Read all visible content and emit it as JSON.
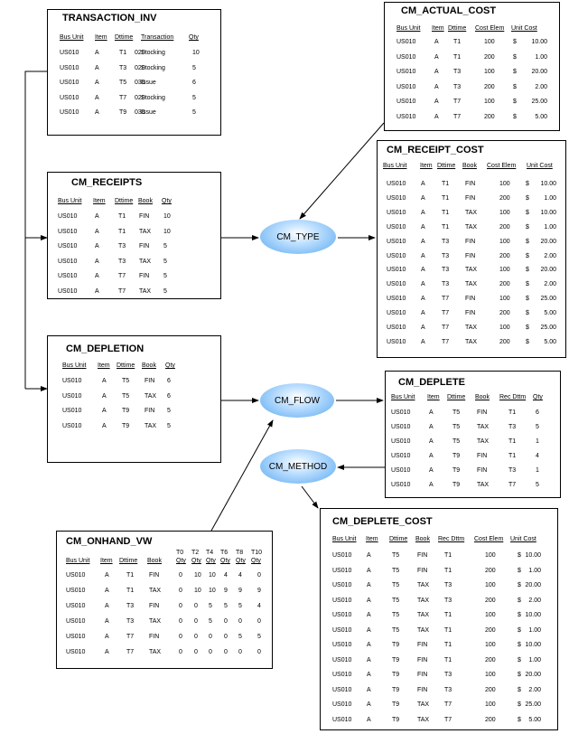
{
  "transaction_inv": {
    "title": "TRANSACTION_INV",
    "headers": [
      "Bus Unit",
      "Item",
      "Dttime",
      "Transaction",
      "Qty"
    ],
    "rows": [
      [
        "US010",
        "A",
        "T1",
        "020",
        "Stocking",
        "10"
      ],
      [
        "US010",
        "A",
        "T3",
        "020",
        "Stocking",
        "5"
      ],
      [
        "US010",
        "A",
        "T5",
        "030",
        "Issue",
        "6"
      ],
      [
        "US010",
        "A",
        "T7",
        "020",
        "Stocking",
        "5"
      ],
      [
        "US010",
        "A",
        "T9",
        "030",
        "Issue",
        "5"
      ]
    ]
  },
  "cm_receipts": {
    "title": "CM_RECEIPTS",
    "headers": [
      "Bus Unit",
      "Item",
      "Dttime",
      "Book",
      "Qty"
    ],
    "rows": [
      [
        "US010",
        "A",
        "T1",
        "FIN",
        "10"
      ],
      [
        "US010",
        "A",
        "T1",
        "TAX",
        "10"
      ],
      [
        "US010",
        "A",
        "T3",
        "FIN",
        "5"
      ],
      [
        "US010",
        "A",
        "T3",
        "TAX",
        "5"
      ],
      [
        "US010",
        "A",
        "T7",
        "FIN",
        "5"
      ],
      [
        "US010",
        "A",
        "T7",
        "TAX",
        "5"
      ]
    ]
  },
  "cm_depletion": {
    "title": "CM_DEPLETION",
    "headers": [
      "Bus Unit",
      "Item",
      "Dttime",
      "Book",
      "Qty"
    ],
    "rows": [
      [
        "US010",
        "A",
        "T5",
        "FIN",
        "6"
      ],
      [
        "US010",
        "A",
        "T5",
        "TAX",
        "6"
      ],
      [
        "US010",
        "A",
        "T9",
        "FIN",
        "5"
      ],
      [
        "US010",
        "A",
        "T9",
        "TAX",
        "5"
      ]
    ]
  },
  "cm_actual_cost": {
    "title": "CM_ACTUAL_COST",
    "headers": [
      "Bus Unit",
      "Item",
      "Dttime",
      "Cost Elem",
      "Unit Cost"
    ],
    "rows": [
      [
        "US010",
        "A",
        "T1",
        "100",
        "$",
        "10.00"
      ],
      [
        "US010",
        "A",
        "T1",
        "200",
        "$",
        "1.00"
      ],
      [
        "US010",
        "A",
        "T3",
        "100",
        "$",
        "20.00"
      ],
      [
        "US010",
        "A",
        "T3",
        "200",
        "$",
        "2.00"
      ],
      [
        "US010",
        "A",
        "T7",
        "100",
        "$",
        "25.00"
      ],
      [
        "US010",
        "A",
        "T7",
        "200",
        "$",
        "5.00"
      ]
    ]
  },
  "cm_receipt_cost": {
    "title": "CM_RECEIPT_COST",
    "headers": [
      "Bus Unit",
      "Item",
      "Dttime",
      "Book",
      "Cost Elem",
      "Unit Cost"
    ],
    "rows": [
      [
        "US010",
        "A",
        "T1",
        "FIN",
        "100",
        "$",
        "10.00"
      ],
      [
        "US010",
        "A",
        "T1",
        "FIN",
        "200",
        "$",
        "1.00"
      ],
      [
        "US010",
        "A",
        "T1",
        "TAX",
        "100",
        "$",
        "10.00"
      ],
      [
        "US010",
        "A",
        "T1",
        "TAX",
        "200",
        "$",
        "1.00"
      ],
      [
        "US010",
        "A",
        "T3",
        "FIN",
        "100",
        "$",
        "20.00"
      ],
      [
        "US010",
        "A",
        "T3",
        "FIN",
        "200",
        "$",
        "2.00"
      ],
      [
        "US010",
        "A",
        "T3",
        "TAX",
        "100",
        "$",
        "20.00"
      ],
      [
        "US010",
        "A",
        "T3",
        "TAX",
        "200",
        "$",
        "2.00"
      ],
      [
        "US010",
        "A",
        "T7",
        "FIN",
        "100",
        "$",
        "25.00"
      ],
      [
        "US010",
        "A",
        "T7",
        "FIN",
        "200",
        "$",
        "5.00"
      ],
      [
        "US010",
        "A",
        "T7",
        "TAX",
        "100",
        "$",
        "25.00"
      ],
      [
        "US010",
        "A",
        "T7",
        "TAX",
        "200",
        "$",
        "5.00"
      ]
    ]
  },
  "cm_deplete": {
    "title": "CM_DEPLETE",
    "headers": [
      "Bus Unit",
      "Item",
      "Dttime",
      "Book",
      "Rec Dttm",
      "Qty"
    ],
    "rows": [
      [
        "US010",
        "A",
        "T5",
        "FIN",
        "T1",
        "6"
      ],
      [
        "US010",
        "A",
        "T5",
        "TAX",
        "T3",
        "5"
      ],
      [
        "US010",
        "A",
        "T5",
        "TAX",
        "T1",
        "1"
      ],
      [
        "US010",
        "A",
        "T9",
        "FIN",
        "T1",
        "4"
      ],
      [
        "US010",
        "A",
        "T9",
        "FIN",
        "T3",
        "1"
      ],
      [
        "US010",
        "A",
        "T9",
        "TAX",
        "T7",
        "5"
      ]
    ]
  },
  "cm_onhand_vw": {
    "title": "CM_ONHAND_VW",
    "headers": [
      "Bus Unit",
      "Item",
      "Dttime",
      "Book"
    ],
    "qty_headers": [
      [
        "T0",
        "Qty"
      ],
      [
        "T2",
        "Qty"
      ],
      [
        "T4",
        "Qty"
      ],
      [
        "T6",
        "Qty"
      ],
      [
        "T8",
        "Qty"
      ],
      [
        "T10",
        "Qty"
      ]
    ],
    "rows": [
      [
        "US010",
        "A",
        "T1",
        "FIN",
        "0",
        "10",
        "10",
        "4",
        "4",
        "0"
      ],
      [
        "US010",
        "A",
        "T1",
        "TAX",
        "0",
        "10",
        "10",
        "9",
        "9",
        "9"
      ],
      [
        "US010",
        "A",
        "T3",
        "FIN",
        "0",
        "0",
        "5",
        "5",
        "5",
        "4"
      ],
      [
        "US010",
        "A",
        "T3",
        "TAX",
        "0",
        "0",
        "5",
        "0",
        "0",
        "0"
      ],
      [
        "US010",
        "A",
        "T7",
        "FIN",
        "0",
        "0",
        "0",
        "0",
        "5",
        "5"
      ],
      [
        "US010",
        "A",
        "T7",
        "TAX",
        "0",
        "0",
        "0",
        "0",
        "0",
        "0"
      ]
    ]
  },
  "cm_deplete_cost": {
    "title": "CM_DEPLETE_COST",
    "headers": [
      "Bus Unit",
      "Item",
      "Dttime",
      "Book",
      "Rec Dttm",
      "Cost Elem",
      "Unit Cost"
    ],
    "rows": [
      [
        "US010",
        "A",
        "T5",
        "FIN",
        "T1",
        "100",
        "$",
        "10.00"
      ],
      [
        "US010",
        "A",
        "T5",
        "FIN",
        "T1",
        "200",
        "$",
        "1.00"
      ],
      [
        "US010",
        "A",
        "T5",
        "TAX",
        "T3",
        "100",
        "$",
        "20.00"
      ],
      [
        "US010",
        "A",
        "T5",
        "TAX",
        "T3",
        "200",
        "$",
        "2.00"
      ],
      [
        "US010",
        "A",
        "T5",
        "TAX",
        "T1",
        "100",
        "$",
        "10.00"
      ],
      [
        "US010",
        "A",
        "T5",
        "TAX",
        "T1",
        "200",
        "$",
        "1.00"
      ],
      [
        "US010",
        "A",
        "T9",
        "FIN",
        "T1",
        "100",
        "$",
        "10.00"
      ],
      [
        "US010",
        "A",
        "T9",
        "FIN",
        "T1",
        "200",
        "$",
        "1.00"
      ],
      [
        "US010",
        "A",
        "T9",
        "FIN",
        "T3",
        "100",
        "$",
        "20.00"
      ],
      [
        "US010",
        "A",
        "T9",
        "FIN",
        "T3",
        "200",
        "$",
        "2.00"
      ],
      [
        "US010",
        "A",
        "T9",
        "TAX",
        "T7",
        "100",
        "$",
        "25.00"
      ],
      [
        "US010",
        "A",
        "T9",
        "TAX",
        "T7",
        "200",
        "$",
        "5.00"
      ]
    ]
  },
  "processes": {
    "cm_type": "CM_TYPE",
    "cm_flow": "CM_FLOW",
    "cm_method": "CM_METHOD"
  },
  "colors": {
    "process_fill": "#5aa9f0",
    "process_highlight": "#bfe0ff",
    "line": "#000000"
  }
}
